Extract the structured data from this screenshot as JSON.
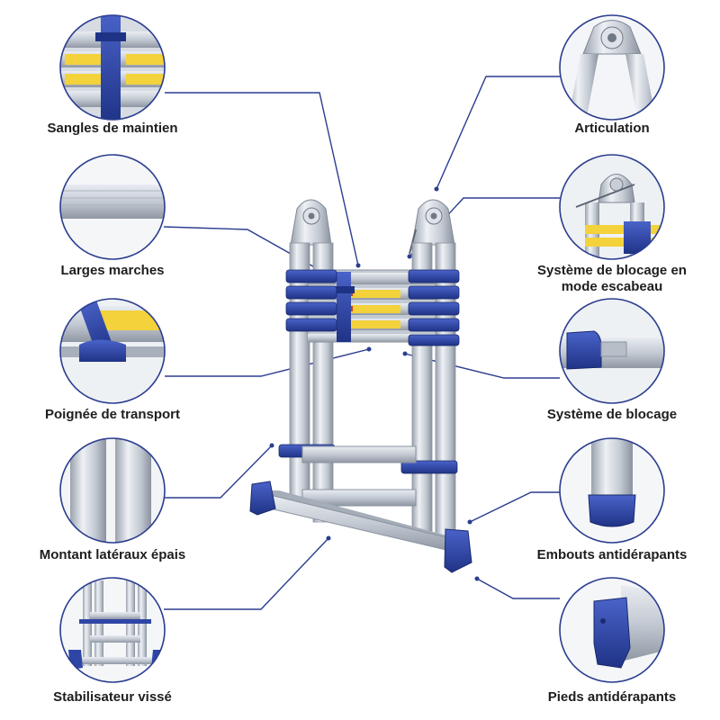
{
  "colors": {
    "line": "#2b3d8f",
    "circle_border": "#2b3d8f",
    "aluminum": "#c9ced6",
    "aluminum_dark": "#8e96a3",
    "plastic_blue": "#2f45a6",
    "label_yellow": "#f3d23b",
    "text": "#1e1e1e"
  },
  "callouts": {
    "sangles": {
      "label": "Sangles de maintien",
      "icon": "strap-detail"
    },
    "marches": {
      "label": "Larges marches",
      "icon": "step-profile-detail"
    },
    "poignee": {
      "label": "Poignée de transport",
      "icon": "carry-handle-detail"
    },
    "montant": {
      "label": "Montant latéraux épais",
      "icon": "side-rail-detail"
    },
    "stabilisateur": {
      "label": "Stabilisateur vissé",
      "icon": "stabilizer-detail"
    },
    "articulation": {
      "label": "Articulation",
      "icon": "hinge-detail"
    },
    "blocage_escabeau": {
      "label_line1": "Système de blocage en",
      "label_line2": "mode escabeau",
      "icon": "stepladder-lock-detail"
    },
    "blocage": {
      "label": "Système de blocage",
      "icon": "lock-button-detail"
    },
    "embouts": {
      "label": "Embouts antidérapants",
      "icon": "rubber-end-cap-detail"
    },
    "pieds": {
      "label": "Pieds antidérapants",
      "icon": "anti-slip-foot-detail"
    }
  }
}
